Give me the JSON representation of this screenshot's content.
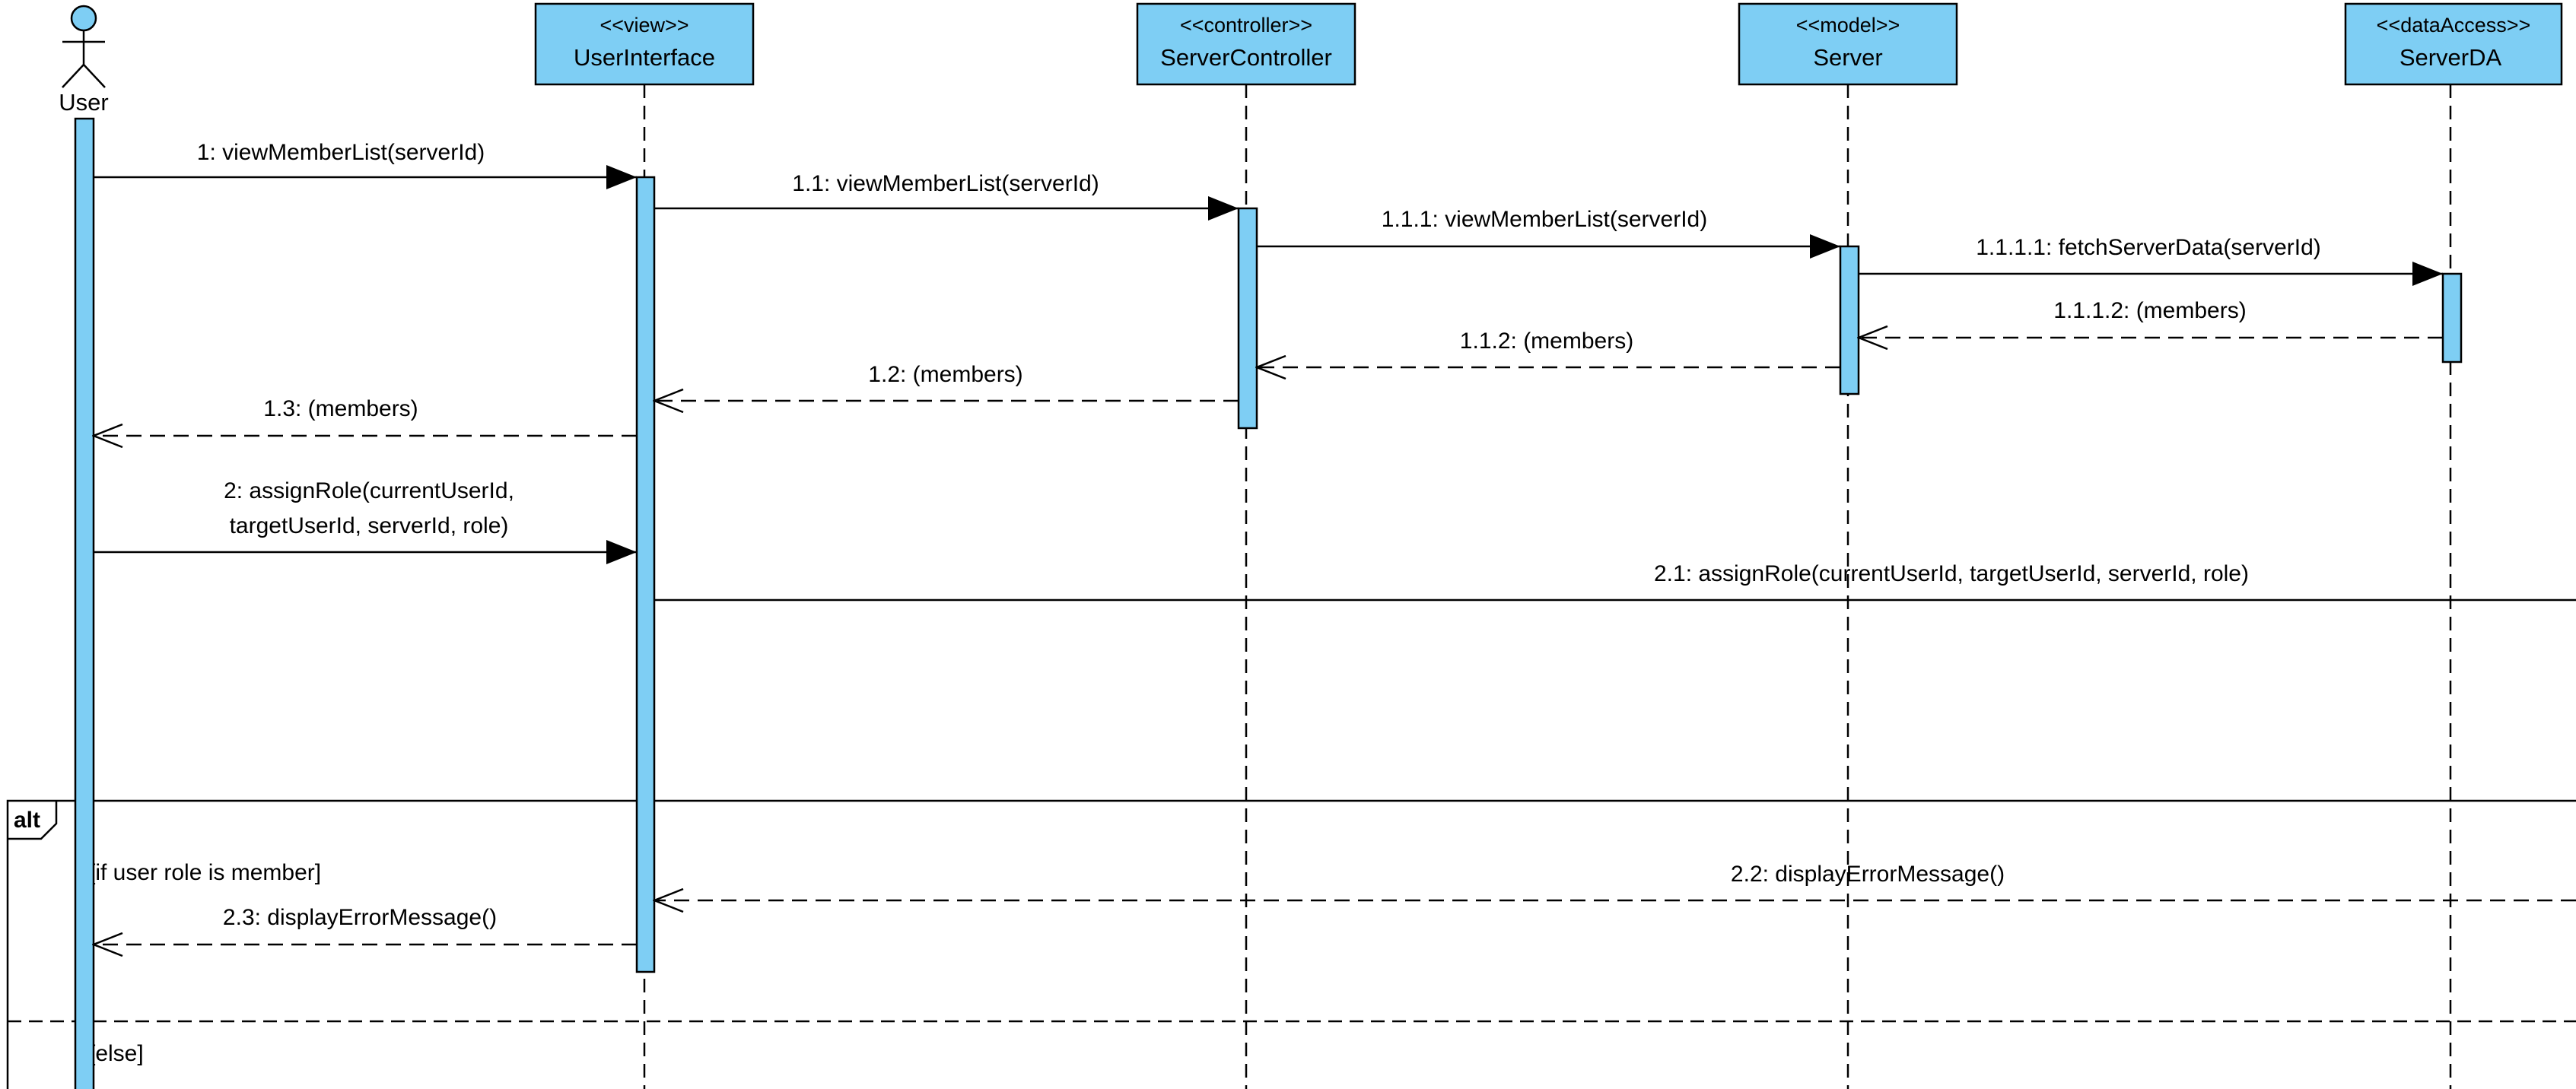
{
  "colors": {
    "participant_fill": "#7ecef4",
    "activation_fill": "#7ecef4",
    "line": "#000000",
    "background": "#ffffff"
  },
  "actor": {
    "name": "User",
    "icon": "stick-figure-icon"
  },
  "participants": [
    {
      "stereotype": "<<view>>",
      "name": "UserInterface"
    },
    {
      "stereotype": "<<controller>>",
      "name": "ServerController"
    },
    {
      "stereotype": "<<model>>",
      "name": "Server"
    },
    {
      "stereotype": "<<dataAccess>>",
      "name": "ServerDA"
    }
  ],
  "messages": [
    {
      "label": "1: viewMemberList(serverId)",
      "kind": "sync"
    },
    {
      "label": "1.1: viewMemberList(serverId)",
      "kind": "sync"
    },
    {
      "label": "1.1.1: viewMemberList(serverId)",
      "kind": "sync"
    },
    {
      "label": "1.1.1.1: fetchServerData(serverId)",
      "kind": "sync"
    },
    {
      "label": "1.1.1.2: (members)",
      "kind": "return"
    },
    {
      "label": "1.1.2: (members)",
      "kind": "return"
    },
    {
      "label": "1.2: (members)",
      "kind": "return"
    },
    {
      "label": "1.3: (members)",
      "kind": "return"
    },
    {
      "label_lines": [
        "2: assignRole(currentUserId,",
        "targetUserId, serverId, role)"
      ],
      "kind": "sync"
    },
    {
      "label": "2.1: assignRole(currentUserId, targetUserId, serverId, role)",
      "kind": "sync"
    },
    {
      "label": "2.2: displayErrorMessage()",
      "kind": "return"
    },
    {
      "label": "2.3: displayErrorMessage()",
      "kind": "return"
    }
  ],
  "alt_fragment": {
    "operator": "alt",
    "guards": [
      "[if user role is member]",
      "[else]"
    ]
  }
}
